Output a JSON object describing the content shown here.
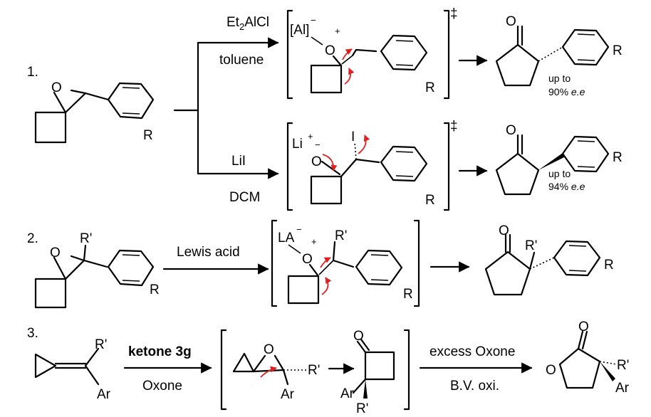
{
  "rows": [
    {
      "number": "1.",
      "upper": {
        "reagent_above": "Et2AlCl",
        "reagent_above_main": "Et",
        "reagent_above_sub": "2",
        "reagent_above_rest": "AlCl",
        "reagent_below": "toluene",
        "ts_group": "[Al]",
        "ts_charge_minus": "−",
        "ts_charge_plus": "+",
        "ts_dagger": "‡",
        "product_note_line1": "up to",
        "product_note_line2_pct": "90% ",
        "product_note_line2_ee": "e.e"
      },
      "lower": {
        "reagent_above": "LiI",
        "reagent_below": "DCM",
        "ts_cation": "Li",
        "ts_cation_charge": "+",
        "ts_anion_charge": "−",
        "ts_iodide": "I",
        "ts_dagger": "‡",
        "product_note_line1": "up to",
        "product_note_line2_pct": "94% ",
        "product_note_line2_ee": "e.e"
      }
    },
    {
      "number": "2.",
      "reagent_above": "Lewis acid",
      "ts_group": "LA",
      "ts_charge_minus": "−",
      "ts_charge_plus": "+"
    },
    {
      "number": "3.",
      "reagent_above": "ketone 3g",
      "reagent_below": "Oxone",
      "reagent2_above": "excess Oxone",
      "reagent2_below": "B.V. oxi."
    }
  ],
  "atoms": {
    "oxygen": "O",
    "substituent_R": "R",
    "substituent_Rp": "R'",
    "aryl": "Ar"
  }
}
